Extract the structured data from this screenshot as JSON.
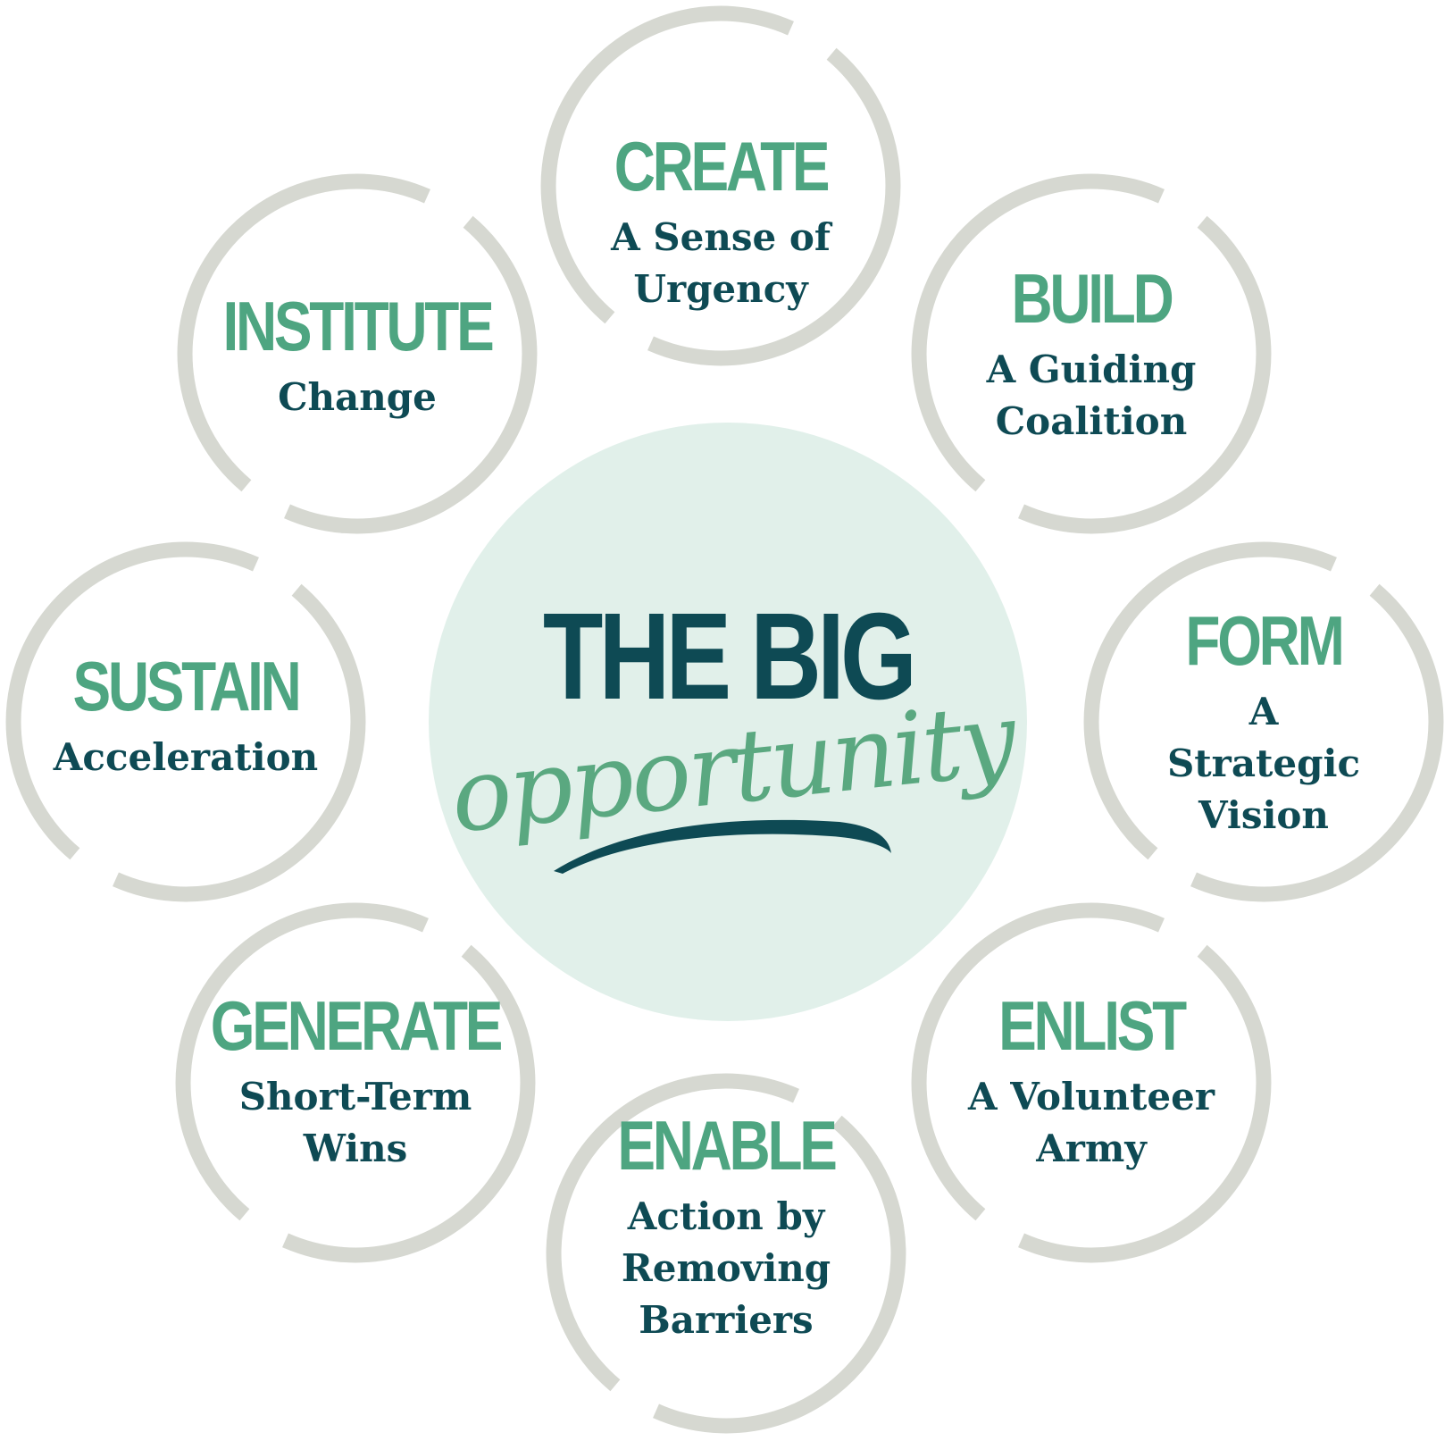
{
  "colors": {
    "ring": "#d6d8d1",
    "title_green": "#4ea581",
    "sub_teal": "#0e4a54",
    "center_fill": "#e1f0ea",
    "center_title": "#0e4a54",
    "script_green": "#5aa880",
    "swoosh": "#0e4a54"
  },
  "center": {
    "title": "THE BIG",
    "script": "opportunity"
  },
  "steps": [
    {
      "id": "create",
      "title": "CREATE",
      "subtitle": "A Sense of\nUrgency"
    },
    {
      "id": "build",
      "title": "BUILD",
      "subtitle": "A Guiding\nCoalition"
    },
    {
      "id": "form",
      "title": "FORM",
      "subtitle": "A Strategic\nVision"
    },
    {
      "id": "enlist",
      "title": "ENLIST",
      "subtitle": "A Volunteer\nArmy"
    },
    {
      "id": "enable",
      "title": "ENABLE",
      "subtitle": "Action by\nRemoving\nBarriers"
    },
    {
      "id": "generate",
      "title": "GENERATE",
      "subtitle": "Short-Term\nWins"
    },
    {
      "id": "sustain",
      "title": "SUSTAIN",
      "subtitle": "Acceleration"
    },
    {
      "id": "institute",
      "title": "INSTITUTE",
      "subtitle": "Change"
    }
  ]
}
